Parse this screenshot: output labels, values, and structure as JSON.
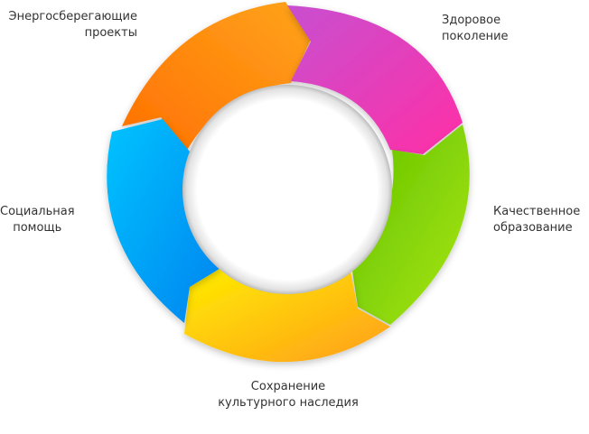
{
  "diagram": {
    "segments": [
      {
        "id": "energy",
        "lines": [
          "Энергосберегающие",
          "проекты"
        ],
        "color_start": "#ff6f00",
        "color_end": "#ffa41c"
      },
      {
        "id": "health",
        "lines": [
          "Здоровое",
          "поколение"
        ],
        "color_start": "#c84fd0",
        "color_end": "#ff2fa6"
      },
      {
        "id": "edu",
        "lines": [
          "Качественное",
          "образование"
        ],
        "color_start": "#62c200",
        "color_end": "#a9e610"
      },
      {
        "id": "culture",
        "lines": [
          "Сохранение",
          "культурного наследия"
        ],
        "color_start": "#ffee00",
        "color_end": "#ff9d1a"
      },
      {
        "id": "social",
        "lines": [
          "Социальная",
          "помощь"
        ],
        "color_start": "#00c3ff",
        "color_end": "#0083ef"
      }
    ]
  }
}
